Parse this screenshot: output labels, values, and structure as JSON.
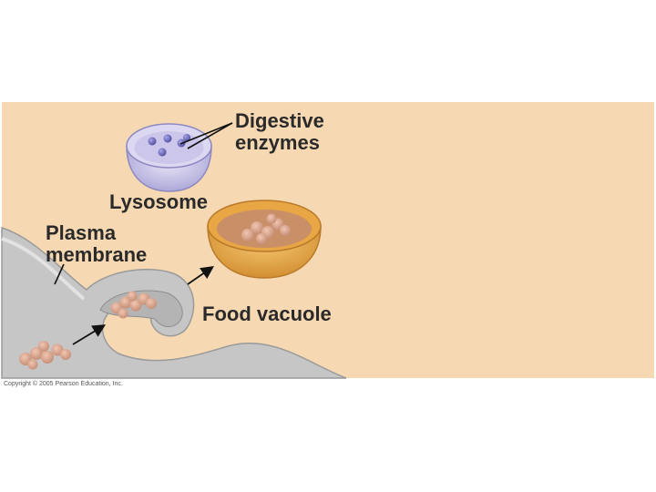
{
  "labels": {
    "digestive_enzymes_line1": "Digestive",
    "digestive_enzymes_line2": "enzymes",
    "lysosome": "Lysosome",
    "plasma_membrane_line1": "Plasma",
    "plasma_membrane_line2": "membrane",
    "food_vacuole": "Food vacuole"
  },
  "copyright": "Copyright © 2005 Pearson Education, Inc.",
  "colors": {
    "panel_background": "#f6d9b2",
    "membrane_gray": "#c6c6c6",
    "lysosome_lavender": "#c9c4e8",
    "enzyme_purple": "#6b68b8",
    "vacuole_orange": "#e8a94a",
    "food_particle": "#d8a48c",
    "label_text": "#2a2a2a"
  }
}
